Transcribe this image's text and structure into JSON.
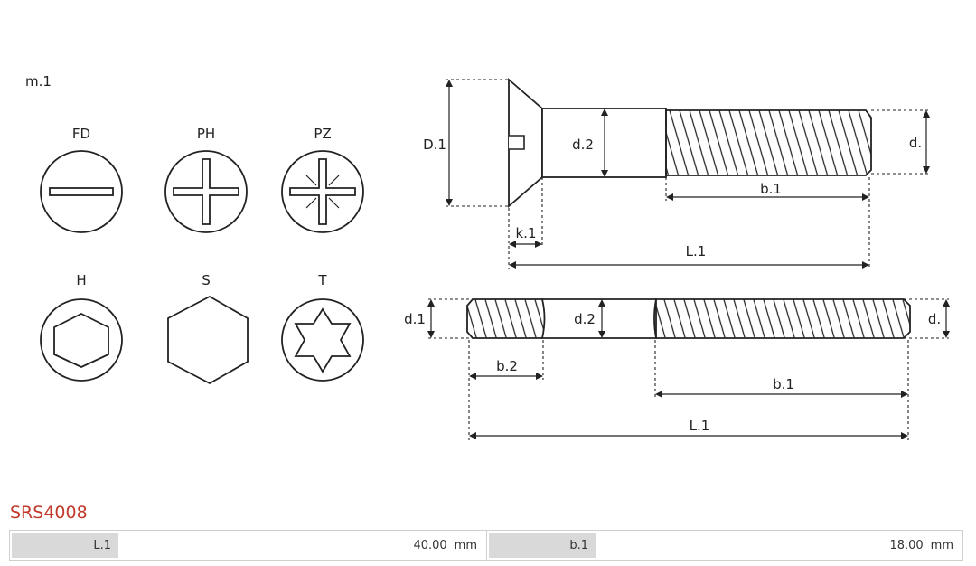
{
  "diagram": {
    "section_label": "m.1",
    "drive_types": [
      {
        "code": "FD",
        "icon": "slotted-drive-icon"
      },
      {
        "code": "PH",
        "icon": "phillips-drive-icon"
      },
      {
        "code": "PZ",
        "icon": "pozidriv-drive-icon"
      },
      {
        "code": "H",
        "icon": "hex-socket-drive-icon"
      },
      {
        "code": "S",
        "icon": "hex-head-icon"
      },
      {
        "code": "T",
        "icon": "torx-drive-icon"
      }
    ],
    "screw_dimensions": {
      "head_diameter": "D.1",
      "shank_diameter": "d.2",
      "thread_diameter": "d.",
      "thread_length": "b.1",
      "head_height": "k.1",
      "total_length": "L.1"
    },
    "stud_dimensions": {
      "end_diameter": "d.1",
      "shank_diameter": "d.2",
      "thread_diameter": "d.",
      "short_thread_length": "b.2",
      "long_thread_length": "b.1",
      "total_length": "L.1"
    }
  },
  "product": {
    "part_number": "SRS4008",
    "colors": {
      "part_number": "#c0392b",
      "label_bg": "#d9d9d9"
    },
    "specs": [
      {
        "label": "L.1",
        "value": "40.00",
        "unit": "mm"
      },
      {
        "label": "b.1",
        "value": "18.00",
        "unit": "mm"
      }
    ]
  }
}
